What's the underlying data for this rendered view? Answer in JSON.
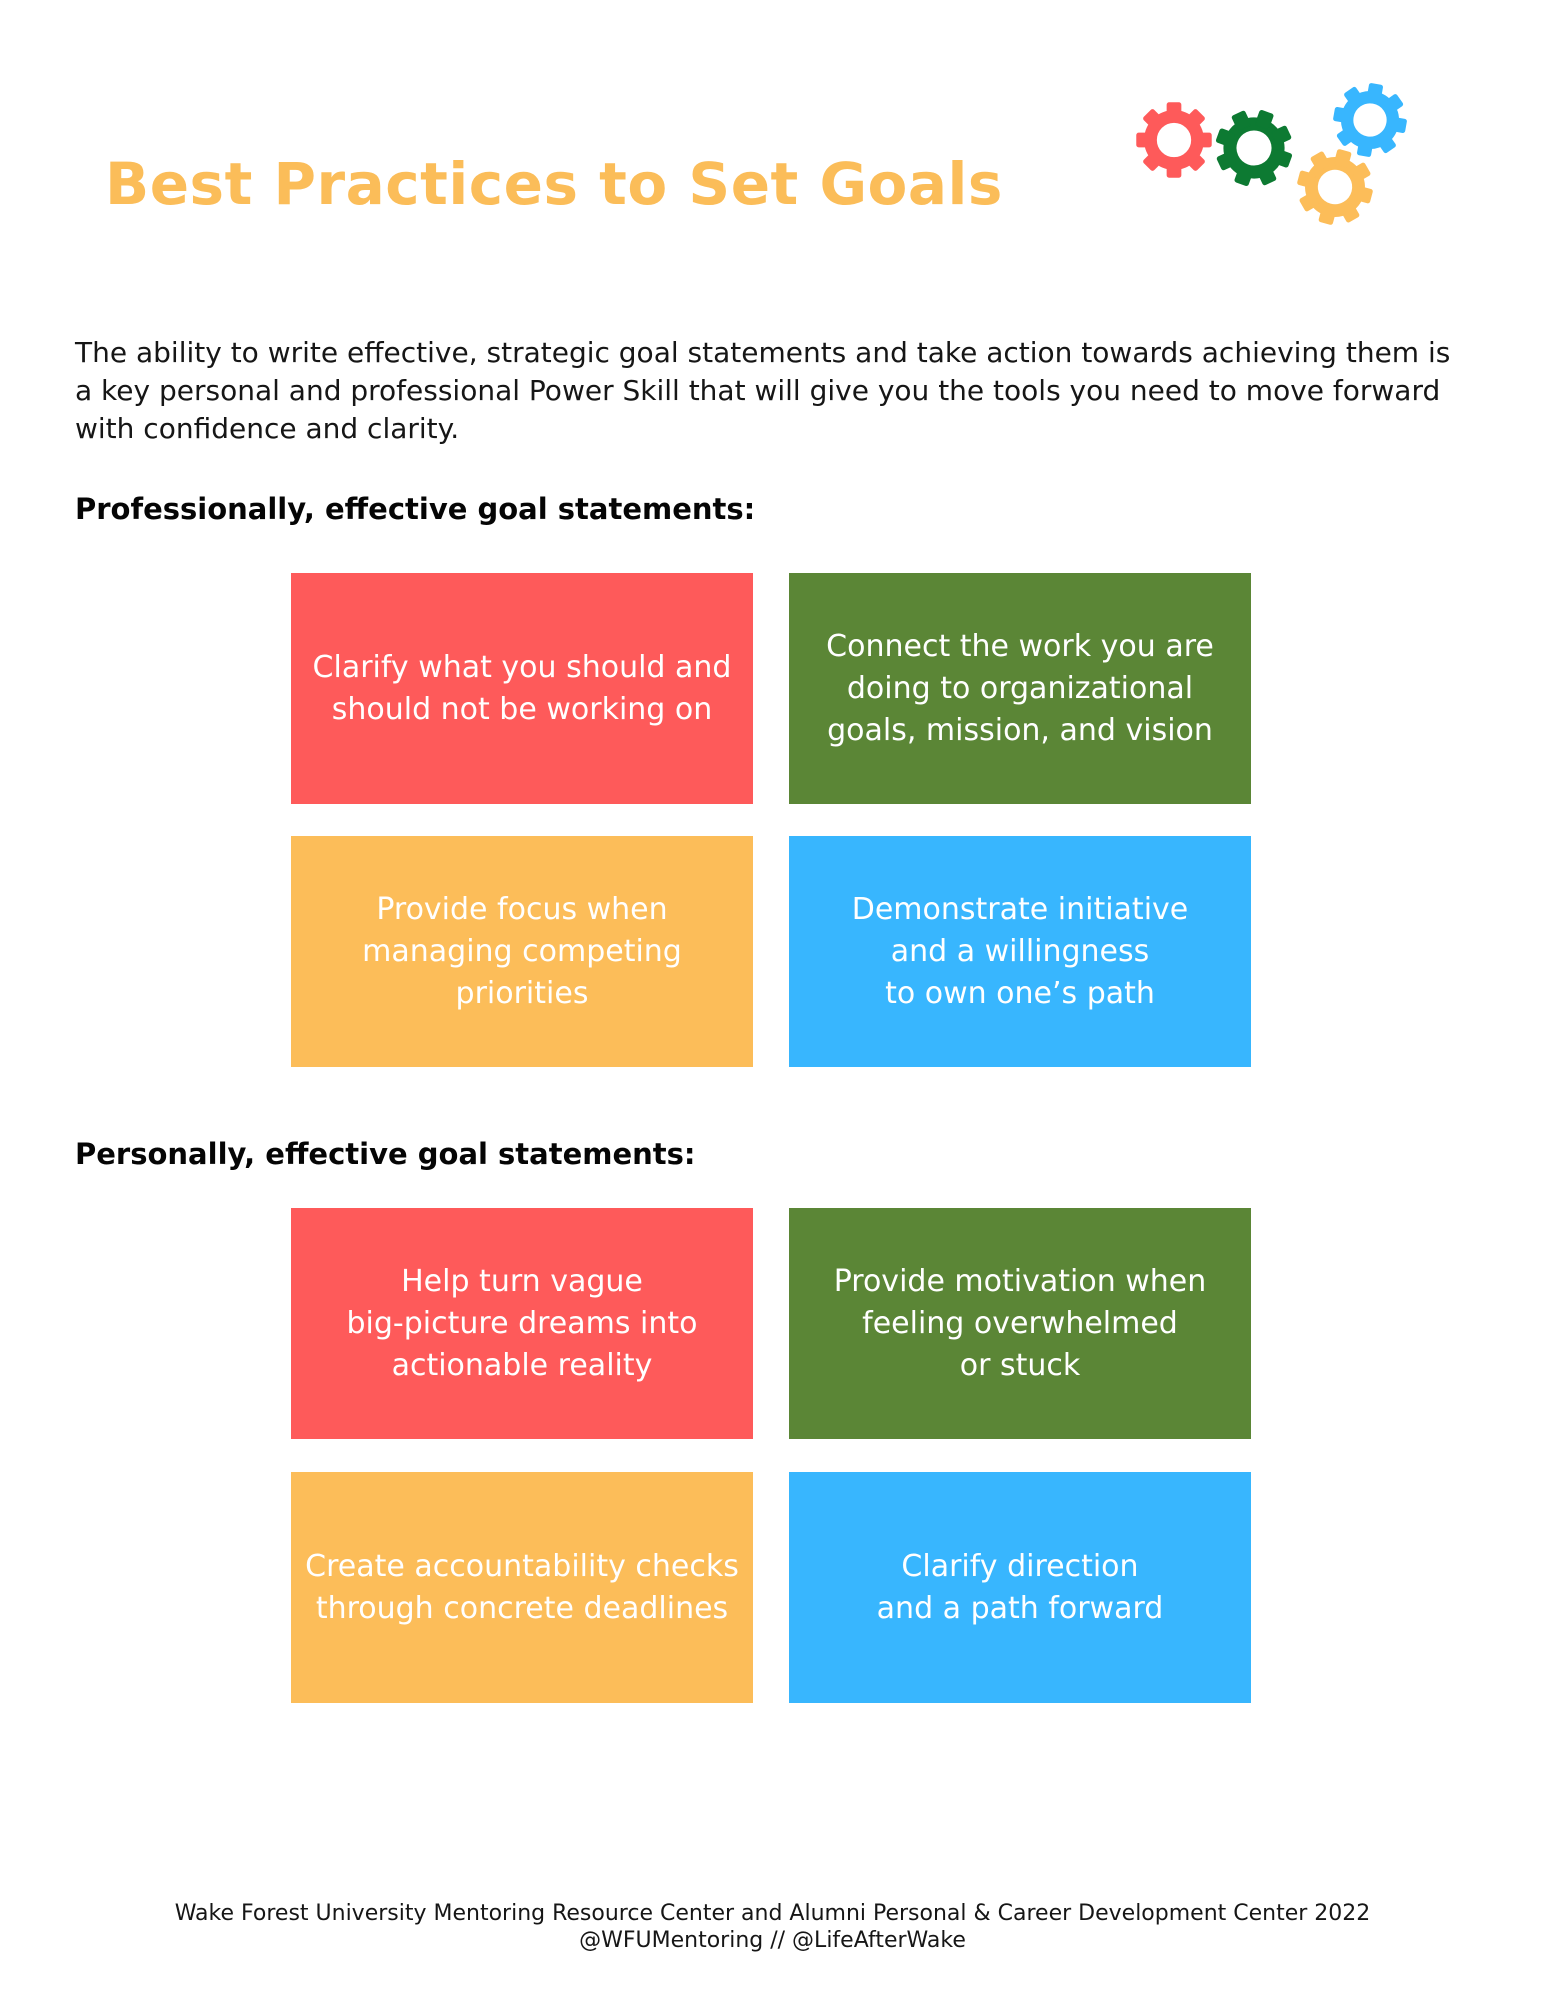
{
  "title": "Best Practices to Set Goals",
  "intro": "The ability to write effective, strategic goal statements and take action towards achieving them is a key personal and professional Power Skill that will give you the tools you need to move forward with confidence and clarity.",
  "professional": {
    "heading": "Professionally, effective goal statements:",
    "cards": [
      "Clarify what you should and\nshould not be working on",
      "Connect the work you are\ndoing to organizational\ngoals, mission, and vision",
      "Provide focus when\nmanaging competing\npriorities",
      "Demonstrate initiative\nand a willingness\nto own one’s path"
    ]
  },
  "personal": {
    "heading": "Personally, effective goal statements:",
    "cards": [
      "Help turn vague\nbig-picture dreams into\nactionable reality",
      "Provide motivation when\nfeeling overwhelmed\nor stuck",
      "Create accountability checks\nthrough concrete deadlines",
      "Clarify direction\nand a path forward"
    ]
  },
  "footer": {
    "line1": "Wake Forest University Mentoring Resource Center and Alumni Personal & Career Development Center 2022",
    "line2": "@WFUMentoring // @LifeAfterWake"
  },
  "colors": {
    "title": "#fbbd59",
    "red": "#fe5a5a",
    "green": "#5b8636",
    "yellow": "#fcbd59",
    "blue": "#38b6fe"
  },
  "icons": [
    "red-gear-icon",
    "green-gear-icon",
    "blue-gear-icon",
    "yellow-gear-icon"
  ]
}
